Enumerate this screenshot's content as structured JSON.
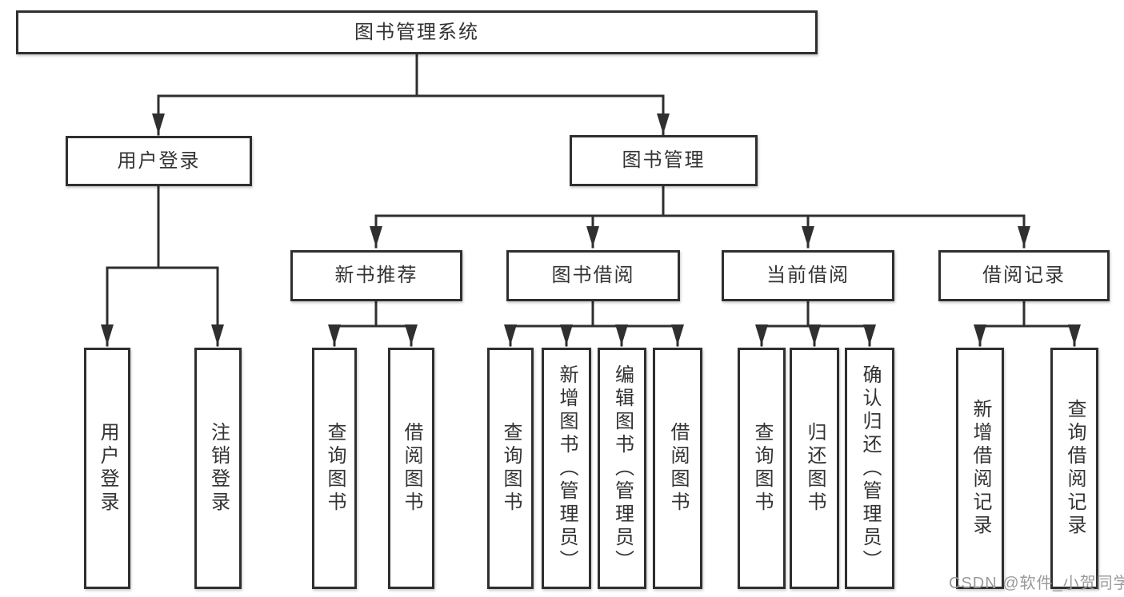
{
  "tree": {
    "root": {
      "label": "图书管理系统",
      "children": [
        {
          "label": "用户登录",
          "children": [
            {
              "label": "用户登录"
            },
            {
              "label": "注销登录"
            }
          ]
        },
        {
          "label": "图书管理",
          "children": [
            {
              "label": "新书推荐",
              "children": [
                {
                  "label": "查询图书"
                },
                {
                  "label": "借阅图书"
                }
              ]
            },
            {
              "label": "图书借阅",
              "children": [
                {
                  "label": "查询图书"
                },
                {
                  "label": "新增图书（管理员）"
                },
                {
                  "label": "编辑图书（管理员）"
                },
                {
                  "label": "借阅图书"
                }
              ]
            },
            {
              "label": "当前借阅",
              "children": [
                {
                  "label": "查询图书"
                },
                {
                  "label": "归还图书"
                },
                {
                  "label": "确认归还（管理员）"
                }
              ]
            },
            {
              "label": "借阅记录",
              "children": [
                {
                  "label": "新增借阅记录"
                },
                {
                  "label": "查询借阅记录"
                }
              ]
            }
          ]
        }
      ]
    }
  },
  "watermark": {
    "text": "CSDN @软件_小贺同学"
  },
  "colors": {
    "line": "#2f2f2f",
    "box_border": "#2f2f2f",
    "box_background": "#ffffff",
    "text": "#333333",
    "watermark": "#9a9a9a",
    "background": "#ffffff"
  }
}
